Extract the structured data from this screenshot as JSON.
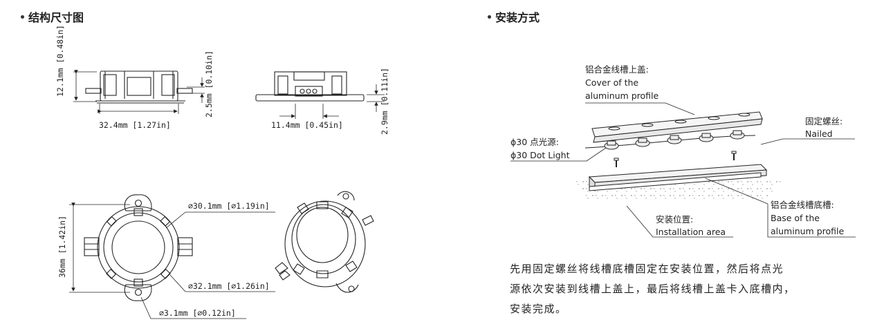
{
  "left_section": {
    "title": "结构尺寸图"
  },
  "right_section": {
    "title": "安装方式"
  },
  "dimensions": {
    "height_total": "12.1mm [0.48in]",
    "width_side": "32.4mm [1.27in]",
    "top_offset": "2.5mm [0.10in]",
    "connector_width": "11.4mm [0.45in]",
    "right_offset": "2.9mm [0.11in]",
    "height_front": "36mm [1.42in]",
    "diameter_outer": "⌀30.1mm [⌀1.19in]",
    "diameter_inner": "⌀32.1mm [⌀1.26in]",
    "hole_diameter": "⌀3.1mm [⌀0.12in]"
  },
  "install": {
    "cover_cn": "铝合金线槽上盖:",
    "cover_en_1": "Cover of the",
    "cover_en_2": "aluminum profile",
    "nailed_cn": "固定螺丝:",
    "nailed_en": "Nailed",
    "dot_cn": "ϕ30 点光源:",
    "dot_en": "ϕ30 Dot Light",
    "base_cn": "铝合金线槽底槽:",
    "base_en_1": "Base of the",
    "base_en_2": "aluminum profile",
    "area_cn": "安装位置:",
    "area_en": "Installation area"
  },
  "description": {
    "line1": "先用固定螺丝将线槽底槽固定在安装位置，然后将点光",
    "line2": "源依次安装到线槽上盖上，最后将线槽上盖卡入底槽内，",
    "line3": "安装完成。"
  }
}
